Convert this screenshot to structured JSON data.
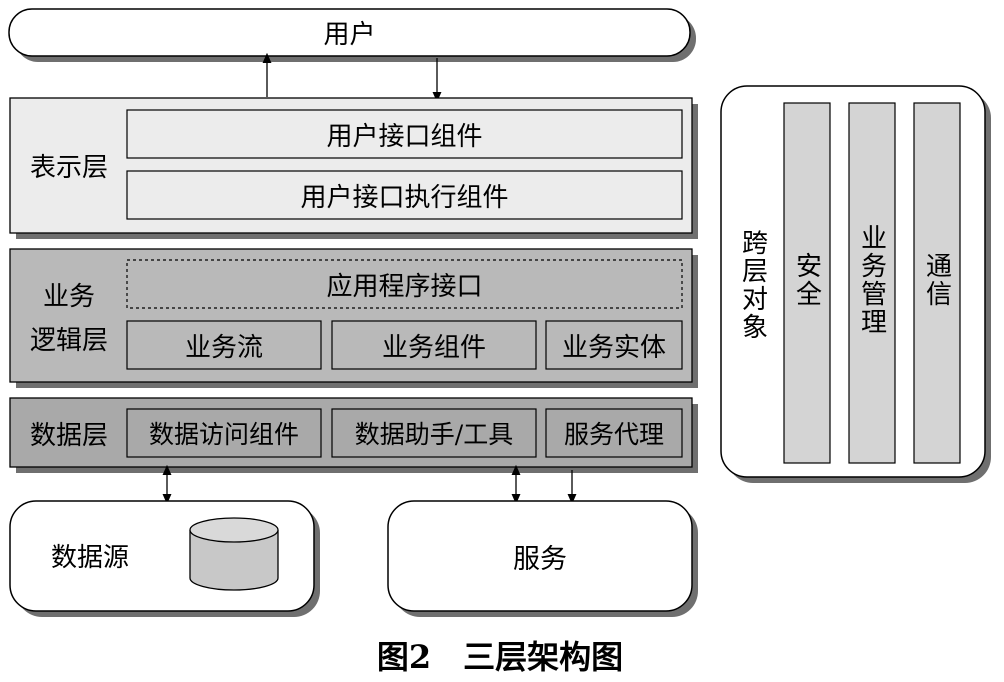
{
  "user": "用户",
  "presentation": {
    "label": "表示层",
    "items": [
      "用户接口组件",
      "用户接口执行组件"
    ]
  },
  "business": {
    "label_line1": "业务",
    "label_line2": "逻辑层",
    "api": "应用程序接口",
    "items": [
      "业务流",
      "业务组件",
      "业务实体"
    ]
  },
  "data_layer": {
    "label": "数据层",
    "items": [
      "数据访问组件",
      "数据助手/工具",
      "服务代理"
    ]
  },
  "datasource": "数据源",
  "service": "服务",
  "cross_cutting": {
    "label": "跨层对象",
    "items": [
      "安全",
      "业务管理",
      "通信"
    ]
  },
  "caption": "图2　三层架构图",
  "colors": {
    "presentation_fill": "#ececec",
    "business_fill": "#b9b9b9",
    "data_fill": "#a9a9a9",
    "shadow": "#6f6f6f",
    "cylinder": "#c8c8c8"
  }
}
